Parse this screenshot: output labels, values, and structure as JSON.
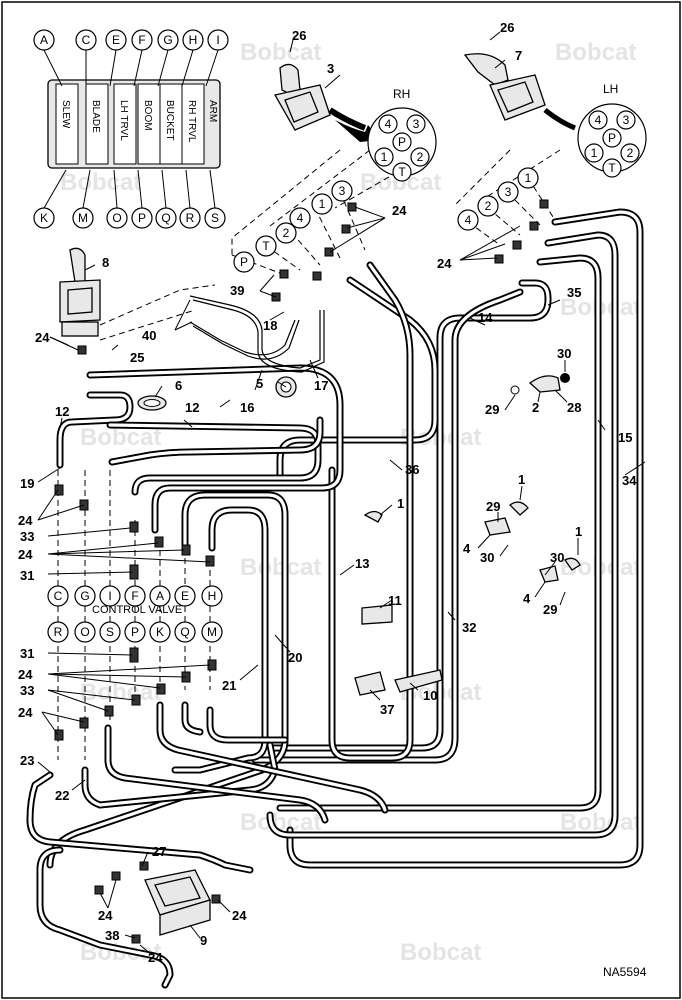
{
  "figure_code": "NA5594",
  "watermark": "Bobcat",
  "port_group_labels": {
    "rh": "RH",
    "lh": "LH"
  },
  "pilot_ports": [
    "4",
    "3",
    "P",
    "1",
    "2",
    "T"
  ],
  "valve_sections": [
    "SLEW",
    "BLADE",
    "LH TRVL",
    "BOOM",
    "BUCKET",
    "RH TRVL",
    "ARM"
  ],
  "valve_top_ports": [
    "A",
    "C",
    "E",
    "F",
    "G",
    "H",
    "I"
  ],
  "valve_bottom_ports": [
    "K",
    "M",
    "O",
    "P",
    "Q",
    "R",
    "S"
  ],
  "control_valve_label": "CONTROL VALVE",
  "row_a_ports": [
    "C",
    "G",
    "I",
    "F",
    "A",
    "E",
    "H"
  ],
  "row_b_ports": [
    "R",
    "O",
    "S",
    "P",
    "K",
    "Q",
    "M"
  ],
  "rh_column_ports": [
    "P",
    "T",
    "2",
    "4",
    "1",
    "3"
  ],
  "lh_column_ports": [
    "4",
    "2",
    "3",
    "1"
  ],
  "callouts": [
    "1",
    "2",
    "3",
    "4",
    "5",
    "6",
    "7",
    "8",
    "9",
    "10",
    "11",
    "12",
    "13",
    "14",
    "15",
    "16",
    "17",
    "18",
    "19",
    "20",
    "21",
    "22",
    "23",
    "24",
    "25",
    "26",
    "27",
    "28",
    "29",
    "30",
    "31",
    "32",
    "33",
    "34",
    "35",
    "36",
    "37",
    "38",
    "39",
    "40"
  ]
}
